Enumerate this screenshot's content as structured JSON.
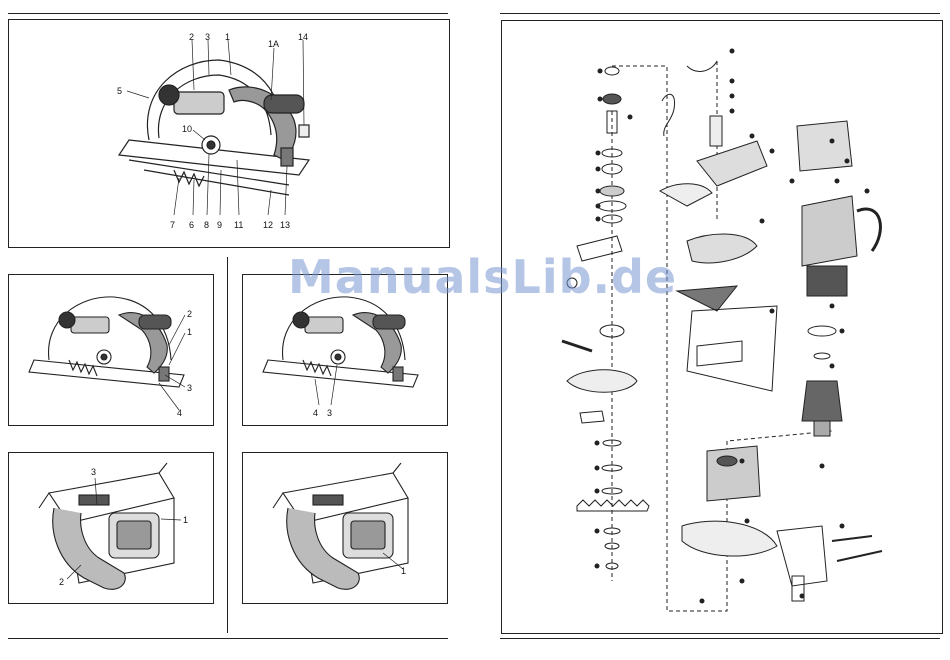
{
  "watermark": "ManualsLib.de",
  "fig_main": {
    "callouts": [
      "2",
      "3",
      "1",
      "1A",
      "14",
      "5",
      "10",
      "7",
      "6",
      "8",
      "9",
      "11",
      "12",
      "13"
    ]
  },
  "fig_a": {
    "callouts": [
      "2",
      "1",
      "3",
      "4"
    ]
  },
  "fig_b": {
    "callouts": [
      "4",
      "3"
    ]
  },
  "fig_c": {
    "callouts": [
      "3",
      "1",
      "2"
    ]
  },
  "fig_d": {
    "callouts": [
      "1"
    ]
  },
  "colors": {
    "line": "#222222",
    "watermark": "#7896d2"
  }
}
